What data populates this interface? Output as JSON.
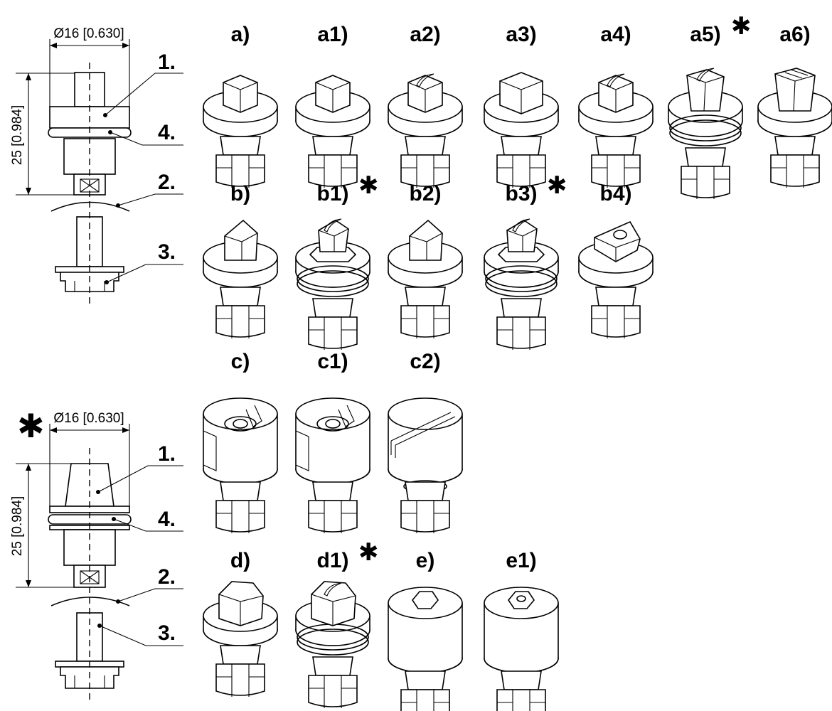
{
  "diagram": {
    "top_section": {
      "diameter_label": "Ø16 [0.630]",
      "height_label": "25 [0.984]",
      "callouts": [
        "1.",
        "4.",
        "2.",
        "3."
      ]
    },
    "bottom_section": {
      "marker": "✱",
      "diameter_label": "Ø16 [0.630]",
      "height_label": "25 [0.984]",
      "callouts": [
        "1.",
        "4.",
        "2.",
        "3."
      ]
    },
    "rows": [
      {
        "variants": [
          {
            "label": "a)",
            "star": false,
            "head": "square"
          },
          {
            "label": "a1)",
            "star": false,
            "head": "square"
          },
          {
            "label": "a2)",
            "star": false,
            "head": "square-slot"
          },
          {
            "label": "a3)",
            "star": false,
            "head": "square-big"
          },
          {
            "label": "a4)",
            "star": false,
            "head": "square-slot"
          },
          {
            "label": "a5)",
            "star": true,
            "head": "taper-slot"
          },
          {
            "label": "a6)",
            "star": false,
            "head": "taper-groove"
          }
        ]
      },
      {
        "variants": [
          {
            "label": "b)",
            "star": false,
            "head": "wedge"
          },
          {
            "label": "b1)",
            "star": true,
            "head": "wedge-slot"
          },
          {
            "label": "b2)",
            "star": false,
            "head": "wedge"
          },
          {
            "label": "b3)",
            "star": true,
            "head": "wedge-slot"
          },
          {
            "label": "b4)",
            "star": false,
            "head": "triangle-hole"
          }
        ]
      },
      {
        "variants": [
          {
            "label": "c)",
            "star": false,
            "head": "cut-ring"
          },
          {
            "label": "c1)",
            "star": false,
            "head": "cut-ring"
          },
          {
            "label": "c2)",
            "star": false,
            "head": "slotted"
          }
        ]
      },
      {
        "variants": [
          {
            "label": "d)",
            "star": false,
            "head": "hex"
          },
          {
            "label": "d1)",
            "star": true,
            "head": "hex-slot"
          },
          {
            "label": "e)",
            "star": false,
            "head": "socket"
          },
          {
            "label": "e1)",
            "star": false,
            "head": "socket-pin"
          }
        ]
      }
    ]
  }
}
